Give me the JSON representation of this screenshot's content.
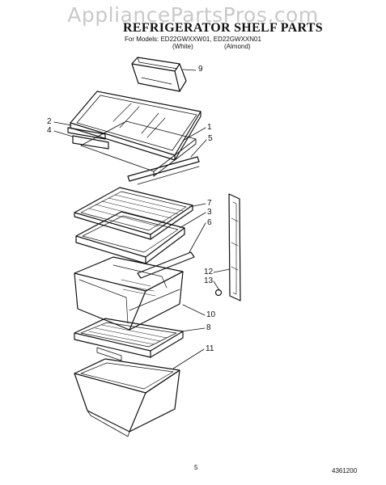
{
  "watermark": "AppliancePartsPros.com",
  "title": "REFRIGERATOR SHELF PARTS",
  "models_line": "For Models: ED22GWXXW01, ED22GWXXN01",
  "variants": {
    "white": "(White)",
    "almond": "(Almond)"
  },
  "callouts": {
    "c9": "9",
    "c2": "2",
    "c4": "4",
    "c1": "1",
    "c5": "5",
    "c7": "7",
    "c3": "3",
    "c6": "6",
    "c12": "12",
    "c13": "13",
    "c10": "10",
    "c8": "8",
    "c11": "11"
  },
  "page_number": "5",
  "doc_number": "4361200"
}
